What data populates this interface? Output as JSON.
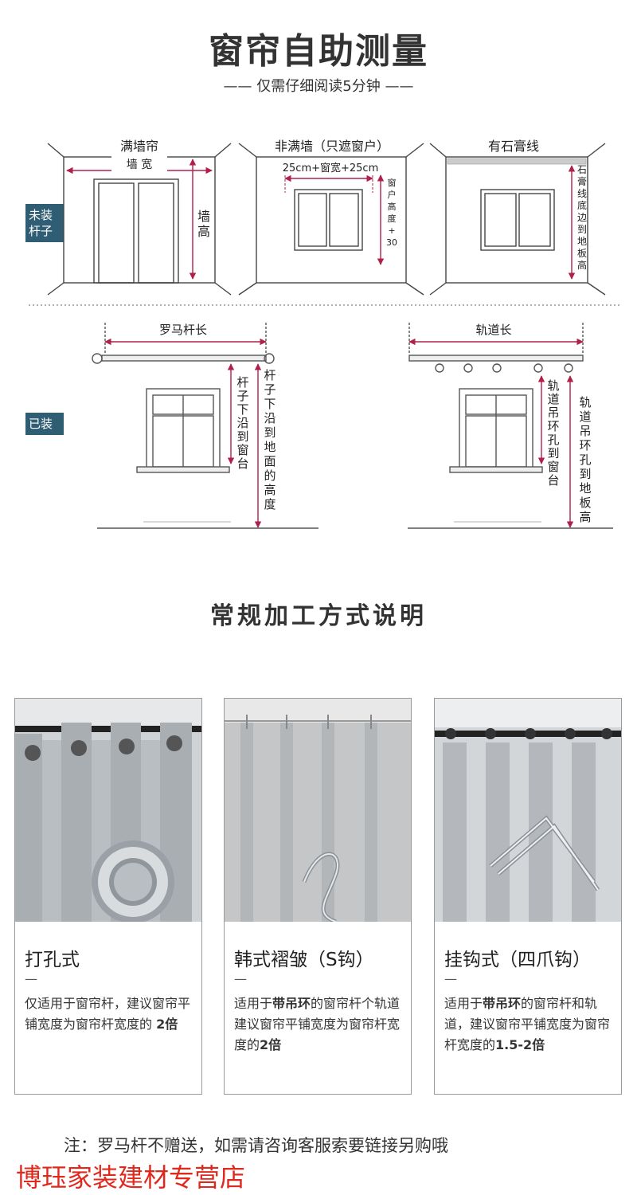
{
  "header": {
    "title": "窗帘自助测量",
    "subtitle": "—— 仅需仔细阅读5分钟 ——"
  },
  "row_badges": {
    "not_installed": "未装\n杆子",
    "installed": "已装"
  },
  "top_row": {
    "full_wall": {
      "label": "满墙帘",
      "width": "墙 宽",
      "height": "墙\n高"
    },
    "partial_wall": {
      "label": "非满墙（只遮窗户）",
      "width": "25cm+窗宽+25cm",
      "height": "窗\n户\n高\n度\n+\n30"
    },
    "plaster_line": {
      "label": "有石膏线",
      "height": "石\n膏\n线\n底\n边\n到\n地\n板\n高"
    }
  },
  "bottom_row": {
    "roman_rod": {
      "label": "罗马杆长",
      "to_sill": "杆\n子\n下\n沿\n到\n窗\n台",
      "to_floor": "杆\n子\n下\n沿\n到\n地\n面\n的\n高\n度"
    },
    "track": {
      "label": "轨道长",
      "to_sill": "轨\n道\n吊\n环\n孔\n到\n窗\n台",
      "to_floor": "轨\n道\n吊\n环\n孔\n到\n地\n板\n高"
    }
  },
  "section_title": "常规加工方式说明",
  "cards": [
    {
      "name": "打孔式",
      "dash": "—",
      "desc_pre": "仅适用于窗帘杆，建议窗帘平铺宽度为窗帘杆宽度的 ",
      "desc_bold": "2倍",
      "desc_mid": "",
      "desc_bold2": "",
      "desc_post": ""
    },
    {
      "name": "韩式褶皱（S钩）",
      "dash": "—",
      "desc_pre": "适用于",
      "desc_bold": "带吊环",
      "desc_mid": "的窗帘杆个轨道建议窗帘平铺宽度为窗帘杆宽度的",
      "desc_bold2": "2倍",
      "desc_post": ""
    },
    {
      "name": "挂钩式（四爪钩）",
      "dash": "—",
      "desc_pre": "适用于",
      "desc_bold": "带吊环",
      "desc_mid": "的窗帘杆和轨道，建议窗帘平铺宽度为窗帘杆宽度的",
      "desc_bold2": "1.5-2倍",
      "desc_post": ""
    }
  ],
  "footer": {
    "note": "注：罗马杆不赠送，如需请咨询客服索要链接另购哦",
    "shop": "博珏家装建材专营店"
  },
  "colors": {
    "arrow": "#b0204a",
    "badge": "#2f5e74",
    "shop": "#e0281c"
  }
}
